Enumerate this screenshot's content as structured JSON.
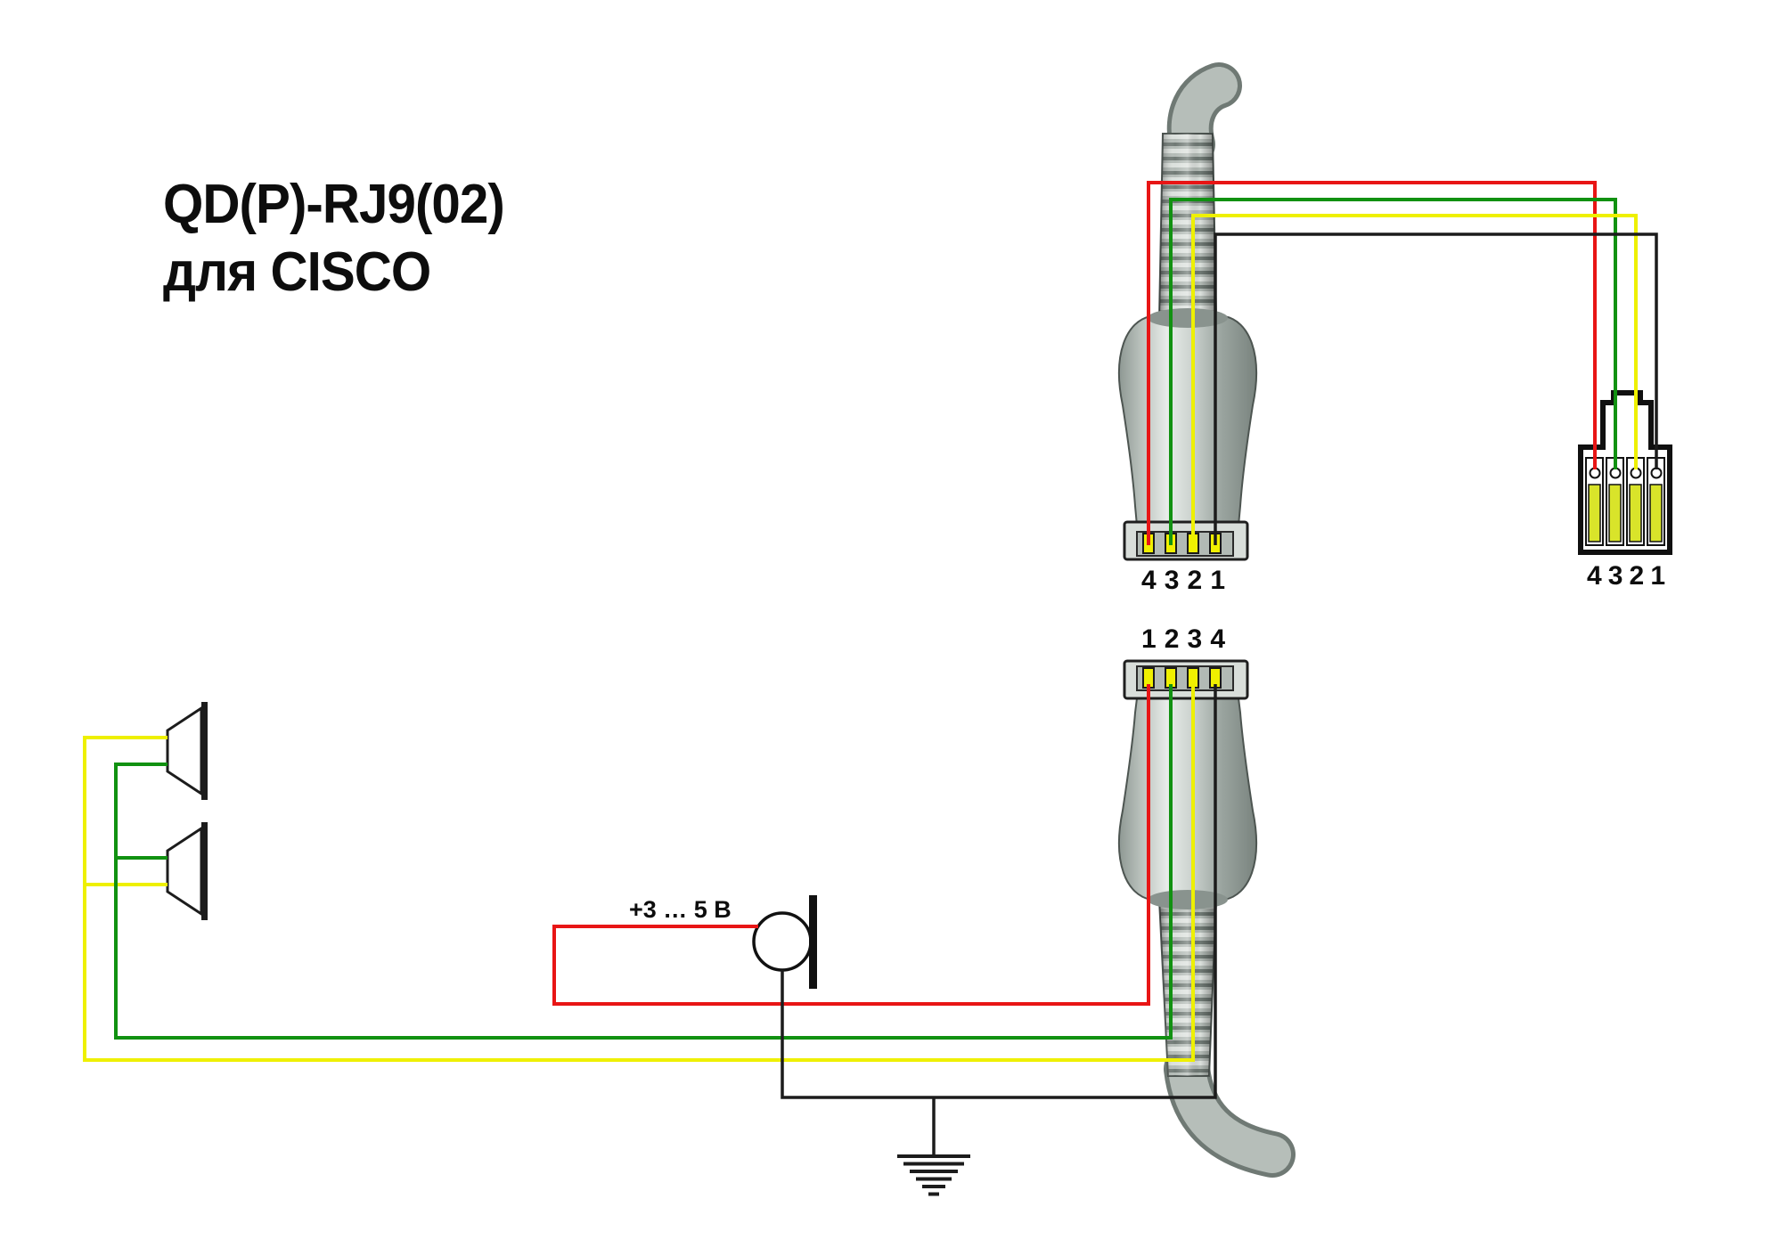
{
  "title": {
    "line1": "QD(P)-RJ9(02)",
    "line2": "для CISCO"
  },
  "connectors": {
    "top_qd": {
      "pin_label": "4 3 2 1"
    },
    "bottom_qd": {
      "pin_label": "1 2 3 4"
    },
    "rj9": {
      "pin_label": "4 3 2 1"
    }
  },
  "mic": {
    "voltage_label": "+3 … 5 В"
  },
  "colors": {
    "red": "#e81515",
    "green": "#119111",
    "yellow": "#eef000",
    "black": "#1c1c1c",
    "qd_contact": "#f0f000",
    "rj9_contact": "#d9e42a"
  }
}
